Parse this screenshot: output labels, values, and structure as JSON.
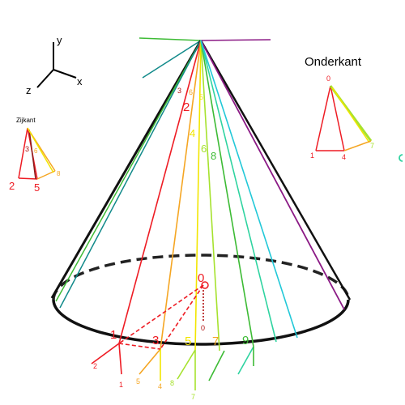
{
  "axes": {
    "y": "y",
    "x": "x",
    "z": "z"
  },
  "headings": {
    "side": "Zijkant",
    "bottom": "Onderkant"
  },
  "colors": {
    "red": "#ee1c24",
    "orange": "#f5a623",
    "yellow": "#f2e600",
    "light_green": "#a6e22e",
    "green": "#3dbb35",
    "cyan": "#22c8d8",
    "teal": "#118a8a",
    "purple": "#8b1a85",
    "black": "#111111"
  },
  "main_labels": {
    "apex_1": "3",
    "apex_2": "2",
    "apex_3": "6",
    "apex_4": "4",
    "apex_5": "6",
    "apex_6": "8",
    "apex_7": "5",
    "center": "0",
    "center_small": "0",
    "base_1": "1",
    "base_3": "3",
    "base_5": "5",
    "base_7": "7",
    "base_9": "9",
    "low_2": "2",
    "low_1": "1",
    "low_5": "5",
    "low_4": "4",
    "low_8": "8",
    "low_7": "7"
  },
  "side_view": {
    "p3": "3",
    "p6": "6",
    "p8": "8",
    "p2": "2",
    "p5": "5"
  },
  "bottom_view": {
    "p0": "0",
    "p1": "1",
    "p4": "4",
    "p7": "7"
  }
}
